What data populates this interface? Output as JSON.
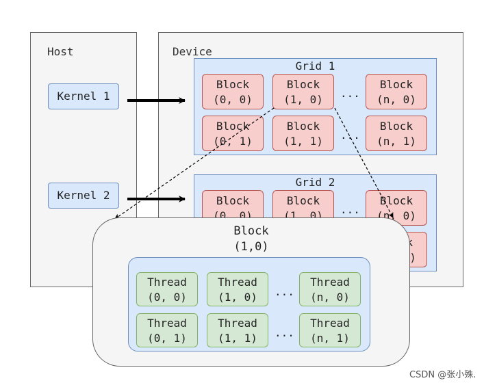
{
  "host": {
    "label": "Host"
  },
  "device": {
    "label": "Device"
  },
  "kernels": [
    {
      "label": "Kernel 1"
    },
    {
      "label": "Kernel 2"
    }
  ],
  "grid1": {
    "title": "Grid 1",
    "blocks": [
      {
        "line1": "Block",
        "line2": "(0, 0)"
      },
      {
        "line1": "Block",
        "line2": "(1, 0)"
      },
      {
        "line1": "Block",
        "line2": "(n, 0)"
      },
      {
        "line1": "Block",
        "line2": "(0, 1)"
      },
      {
        "line1": "Block",
        "line2": "(1, 1)"
      },
      {
        "line1": "Block",
        "line2": "(n, 1)"
      }
    ]
  },
  "grid2": {
    "title": "Grid 2",
    "blocks": [
      {
        "line1": "Block",
        "line2": "(0, 0)"
      },
      {
        "line1": "Block",
        "line2": "(1, 0)"
      },
      {
        "line1": "Block",
        "line2": "(n, 0)"
      },
      {
        "line1": "Block",
        "line2": "(n, 1)"
      }
    ]
  },
  "ellipsis": "...",
  "zoom_block": {
    "title_line1": "Block",
    "title_line2": "(1,0)",
    "threads": [
      {
        "line1": "Thread",
        "line2": "(0, 0)"
      },
      {
        "line1": "Thread",
        "line2": "(1, 0)"
      },
      {
        "line1": "Thread",
        "line2": "(n, 0)"
      },
      {
        "line1": "Thread",
        "line2": "(0, 1)"
      },
      {
        "line1": "Thread",
        "line2": "(1, 1)"
      },
      {
        "line1": "Thread",
        "line2": "(n, 1)"
      }
    ]
  },
  "watermark": "CSDN @张小殊.",
  "colors": {
    "panel_fill": "#f5f5f5",
    "grid_fill": "#dae8fc",
    "block_fill": "#f8cecc",
    "thread_fill": "#d5e8d4"
  }
}
